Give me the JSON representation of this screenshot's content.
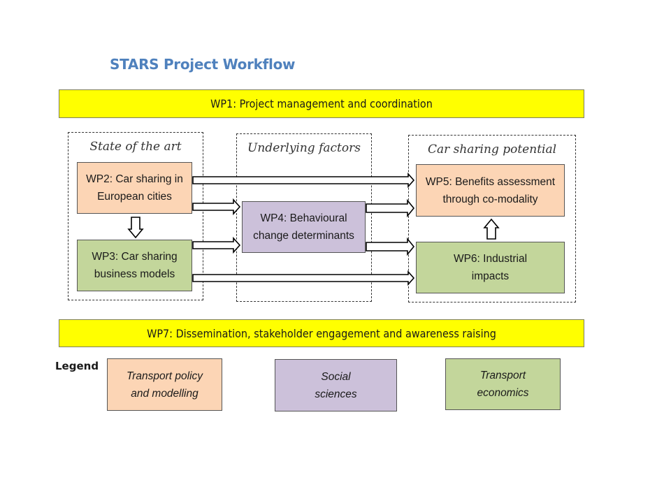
{
  "title": "STARS Project Workflow",
  "wp1": "WP1: Project management and coordination",
  "wp7": "WP7: Dissemination, stakeholder engagement and awareness raising",
  "groups": [
    {
      "label": "State of the art"
    },
    {
      "label": "Underlying factors"
    },
    {
      "label": "Car sharing potential"
    }
  ],
  "work_packages": {
    "wp2": {
      "line1": "WP2: Car sharing in",
      "line2": "European cities",
      "category": "Transport policy and modelling"
    },
    "wp3": {
      "line1": "WP3: Car sharing",
      "line2": "business models",
      "category": "Transport economics"
    },
    "wp4": {
      "line1": "WP4: Behavioural",
      "line2": "change determinants",
      "category": "Social sciences"
    },
    "wp5": {
      "line1": "WP5: Benefits assessment",
      "line2": "through co-modality",
      "category": "Transport policy and modelling"
    },
    "wp6": {
      "line1": "WP6: Industrial",
      "line2": "impacts",
      "category": "Transport economics"
    }
  },
  "flows": [
    {
      "from": "WP2",
      "to": "WP5"
    },
    {
      "from": "WP2",
      "to": "WP4"
    },
    {
      "from": "WP2",
      "to": "WP3"
    },
    {
      "from": "WP3",
      "to": "WP4"
    },
    {
      "from": "WP3",
      "to": "WP6"
    },
    {
      "from": "WP4",
      "to": "WP5"
    },
    {
      "from": "WP4",
      "to": "WP6"
    },
    {
      "from": "WP6",
      "to": "WP5"
    }
  ],
  "legend": {
    "label": "Legend",
    "items": [
      {
        "line1": "Transport policy",
        "line2": "and modelling",
        "color": "#fcd5b5"
      },
      {
        "line1": "Social",
        "line2": "sciences",
        "color": "#ccc1da"
      },
      {
        "line1": "Transport",
        "line2": "economics",
        "color": "#c3d69b"
      }
    ]
  },
  "colors": {
    "title": "#4f81bd",
    "banner": "#ffff00",
    "policy": "#fcd5b5",
    "social": "#ccc1da",
    "economics": "#c3d69b"
  }
}
